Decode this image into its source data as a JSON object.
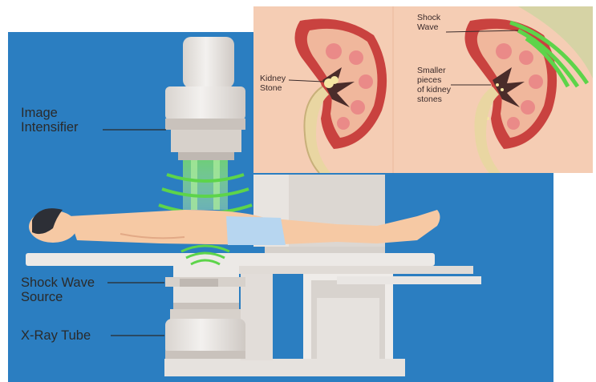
{
  "labels": {
    "image_intensifier": [
      "Image",
      "Intensifier"
    ],
    "shock_wave_source": [
      "Shock Wave",
      "Source"
    ],
    "xray_tube": "X-Ray Tube"
  },
  "inset": {
    "left_label": [
      "Kidney",
      "Stone"
    ],
    "right_top_label": [
      "Shock",
      "Wave"
    ],
    "right_mid_label": [
      "Smaller",
      "pieces",
      "of kidney",
      "stones"
    ]
  },
  "colors": {
    "background_blue": "#2b7ec1",
    "machine_light": "#ece9e6",
    "machine_shade": "#cfcac6",
    "beam_green": "#5dd44a",
    "skin": "#f6c9a4",
    "shorts": "#b7d6f0",
    "inset_bg": "#f5cdb4",
    "kidney_red": "#c9423f"
  }
}
